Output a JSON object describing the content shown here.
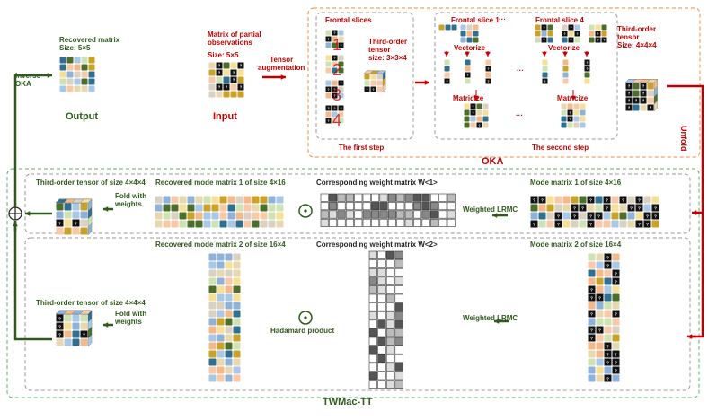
{
  "colors": {
    "green": "#2e5a1c",
    "red": "#c00000",
    "orange_border": "#f08a3c",
    "green_border": "#5ab06c",
    "gray_border": "#9a9a9a",
    "palette": [
      "#f8c9a8",
      "#a9c7e6",
      "#cfe2b4",
      "#f6df96",
      "#c9a227",
      "#2f6f8f",
      "#4b6e2b",
      "#d9d2c2",
      "#8fb2d8",
      "#f4b98a",
      "#e7d8b0"
    ]
  },
  "text": {
    "recovered_matrix": "Recovered matrix",
    "recovered_size": "Size: 5×5",
    "output": "Output",
    "inverse_oka": "Inverse\nOKA",
    "partial_obs": "Matrix of partial\nobservations",
    "partial_size": "Size: 5×5",
    "input": "Input",
    "tensor_aug": "Tensor\naugmentation",
    "frontal_slices": "Frontal slices",
    "third_order_333": "Third-order\ntensor\nsize: 3×3×4",
    "first_step": "The first step",
    "frontal_slice_1": "Frontal slice 1",
    "ellipsis": "···",
    "frontal_slice_4": "Frontal slice 4",
    "vectorize": "Vectorize",
    "matricize": "Matricize",
    "third_order_444": "Third-order\ntensor\nSize: 4×4×4",
    "second_step": "The second step",
    "oka": "OKA",
    "unfold": "Unfold",
    "row1_tensor": "Third-order tensor of size 4×4×4",
    "fold1": "Fold with\nweights",
    "rec_mode1": "Recovered mode matrix 1 of size 4×16",
    "corr_w1": "Corresponding weight matrix W<1>",
    "weighted1": "Weighted LRMC",
    "mode1": "Mode matrix 1 of size 4×16",
    "rec_mode2": "Recovered mode matrix 2 of size 16×4",
    "corr_w2": "Corresponding weight matrix W<2>",
    "mode2": "Mode matrix 2 of size 16×4",
    "row2_tensor": "Third-order tensor of size 4×4×4",
    "fold2": "Fold with\nweights",
    "hadamard": "Hadamard product",
    "weighted2": "Weighted LRMC",
    "twmac": "TWMac-TT",
    "slice_numbers": [
      "1",
      "2",
      "3",
      "4"
    ],
    "missing_mark": "?",
    "odot": "⊙",
    "oplus": "⊕"
  }
}
